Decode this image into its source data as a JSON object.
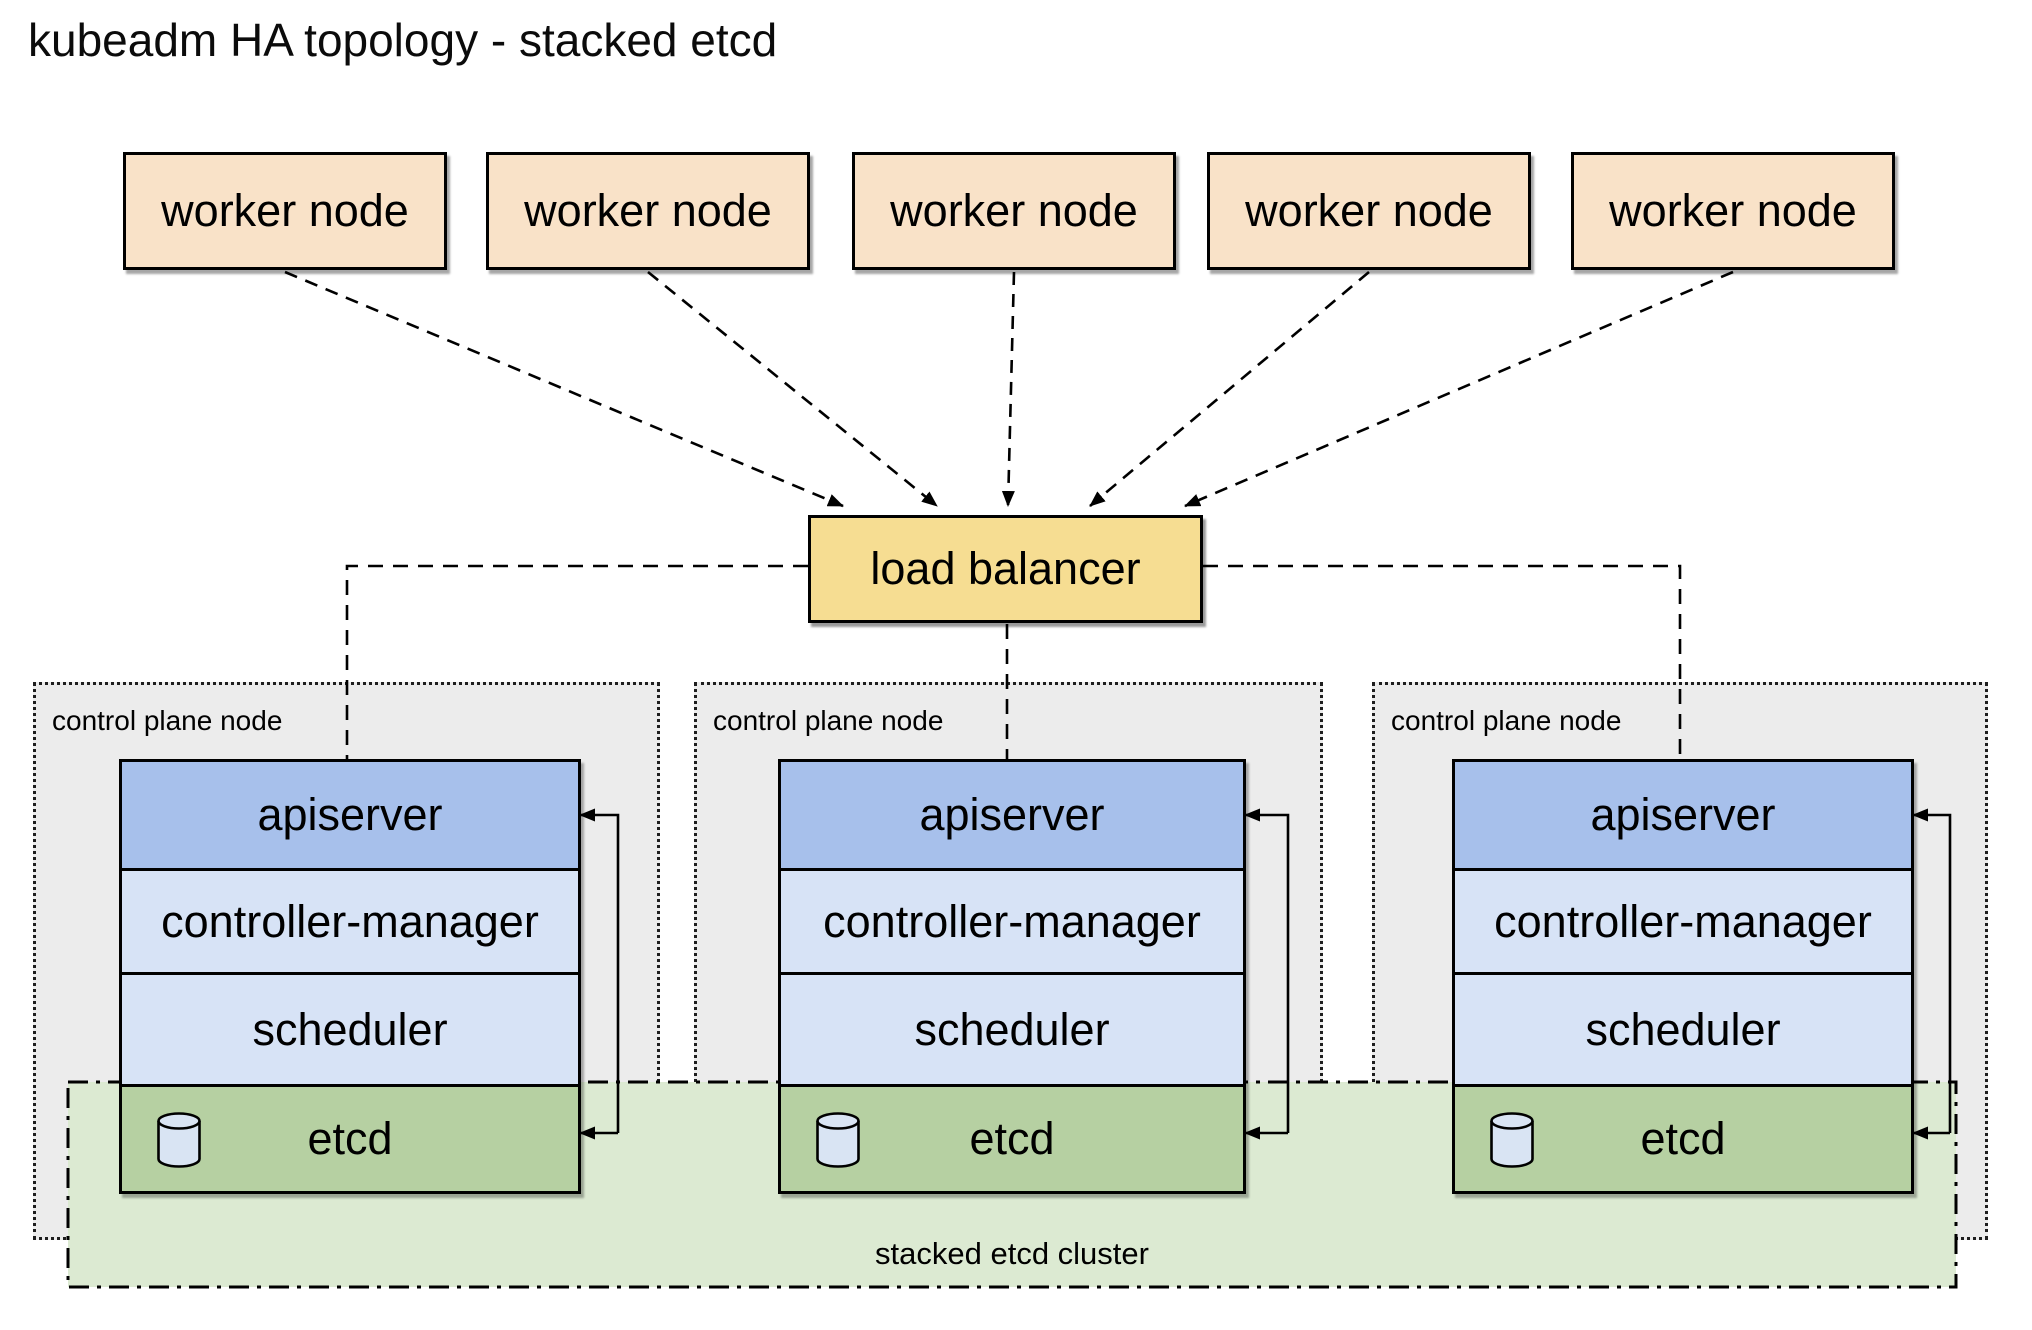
{
  "title": "kubeadm HA topology - stacked etcd",
  "workers": [
    "worker node",
    "worker node",
    "worker node",
    "worker node",
    "worker node"
  ],
  "load_balancer": {
    "label": "load balancer"
  },
  "control_planes": [
    {
      "label": "control plane node",
      "components": [
        "apiserver",
        "controller-manager",
        "scheduler",
        "etcd"
      ]
    },
    {
      "label": "control plane node",
      "components": [
        "apiserver",
        "controller-manager",
        "scheduler",
        "etcd"
      ]
    },
    {
      "label": "control plane node",
      "components": [
        "apiserver",
        "controller-manager",
        "scheduler",
        "etcd"
      ]
    }
  ],
  "etcd_cluster": {
    "label": "stacked etcd cluster"
  },
  "icons": {
    "etcd_storage": "database-cylinder-icon"
  },
  "colors": {
    "worker_node_fill": "#f9e2c8",
    "load_balancer_fill": "#f6dd92",
    "apiserver_fill": "#a7c0eb",
    "component_fill": "#d7e3f6",
    "etcd_fill": "#b6d0a2",
    "etcd_cluster_fill": "#dcead2",
    "control_plane_fill": "#ececec",
    "database_icon_fill": "#d9e4f3",
    "line_color": "#000000"
  }
}
